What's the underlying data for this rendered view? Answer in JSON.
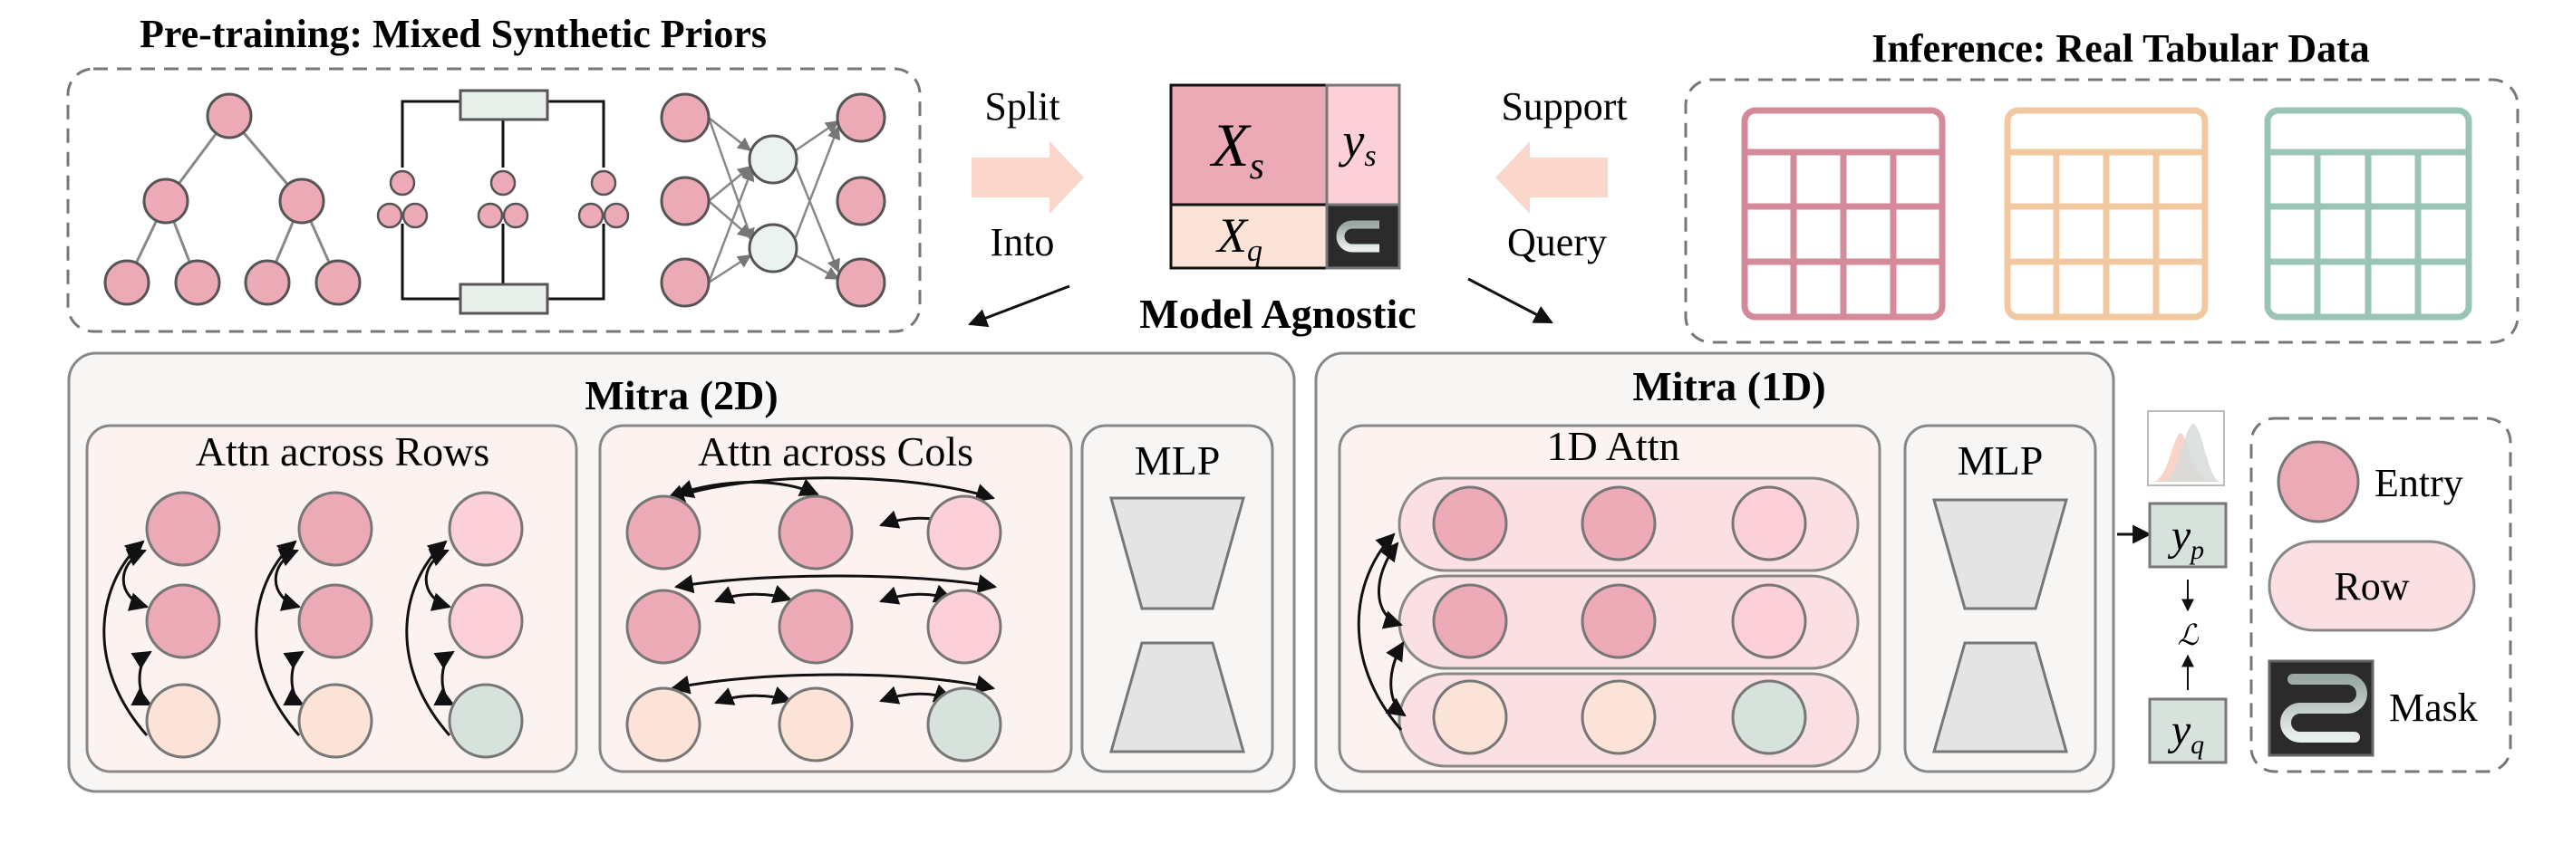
{
  "pretraining": {
    "title": "Pre-training: Mixed Synthetic Priors"
  },
  "inference": {
    "title": "Inference: Real Tabular Data"
  },
  "center": {
    "split_label": "Split",
    "into_label": "Into",
    "support_label": "Support",
    "query_label": "Query",
    "model_agnostic": "Model Agnostic",
    "xs": "X",
    "xs_sub": "s",
    "ys": "y",
    "ys_sub": "s",
    "xq": "X",
    "xq_sub": "q"
  },
  "mitra2d": {
    "title": "Mitra (2D)",
    "rows_title": "Attn across Rows",
    "cols_title": "Attn across Cols",
    "mlp_title": "MLP"
  },
  "mitra1d": {
    "title": "Mitra (1D)",
    "attn_title": "1D Attn",
    "mlp_title": "MLP"
  },
  "output": {
    "yp": "y",
    "yp_sub": "p",
    "loss": "ℒ",
    "yq": "y",
    "yq_sub": "q"
  },
  "legend": {
    "entry": "Entry",
    "row": "Row",
    "mask": "Mask"
  },
  "colors": {
    "entry_dark": "#ecaab7",
    "entry_light": "#fbd0d9",
    "entry_query": "#fce3d8",
    "entry_masked": "#d8e2dc",
    "panel_bg": "#f7f6f5",
    "sub_panel_bg": "#fcf3f1",
    "table_pink": "#d48a99",
    "table_orange": "#f2c8a0",
    "table_green": "#99c4b7",
    "arrow_fill": "#fbd7cb"
  }
}
